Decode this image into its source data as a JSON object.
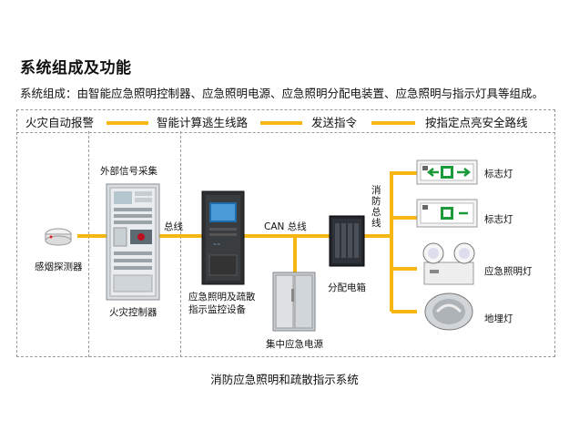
{
  "title": "系统组成及功能",
  "description": "系统组成：由智能应急照明控制器、应急照明电源、应急照明分配电装置、应急照明与指示灯具等组成。",
  "steps": [
    "火灾自动报警",
    "智能计算逃生线路",
    "发送指令",
    "按指定点亮安全路线"
  ],
  "labels": {
    "external_signal": "外部信号采集",
    "smoke_detector": "感烟探测器",
    "fire_controller": "火灾控制器",
    "bus": "总线",
    "monitor_line1": "应急照明及疏散",
    "monitor_line2": "指示监控设备",
    "can_bus": "CAN 总线",
    "distribution_box": "分配电箱",
    "central_power": "集中应急电源",
    "fire_bus": "消防总线",
    "sign_light_1": "标志灯",
    "sign_light_2": "标志灯",
    "emergency_light": "应急照明灯",
    "buried_light": "地埋灯"
  },
  "caption": "消防应急照明和疏散指示系统",
  "colors": {
    "accent": "#f6b712",
    "exit_green": "#1a9a3a",
    "cabinet_dark": "#2a2a2a"
  }
}
